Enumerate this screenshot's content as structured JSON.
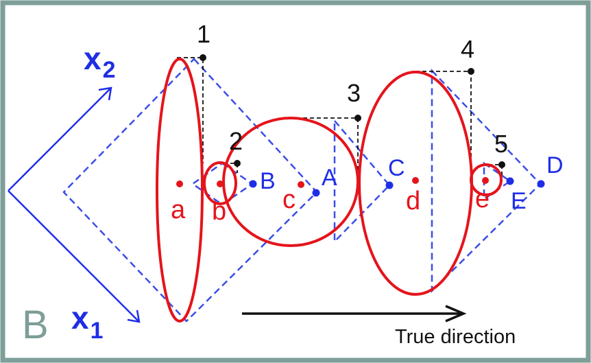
{
  "panel_label": "B",
  "axes": {
    "x1": {
      "main": "x",
      "sub": "1"
    },
    "x2": {
      "main": "x",
      "sub": "2"
    }
  },
  "arrow_caption": "True direction",
  "numbers": [
    "1",
    "2",
    "3",
    "4",
    "5"
  ],
  "red_labels": [
    "a",
    "b",
    "c",
    "d",
    "e"
  ],
  "blue_labels": [
    "B",
    "A",
    "C",
    "E",
    "D"
  ],
  "colors": {
    "frame": "#7e9e98",
    "ellipse": "#e5141b",
    "blue": "#1f2ee6",
    "black": "#111111"
  }
}
